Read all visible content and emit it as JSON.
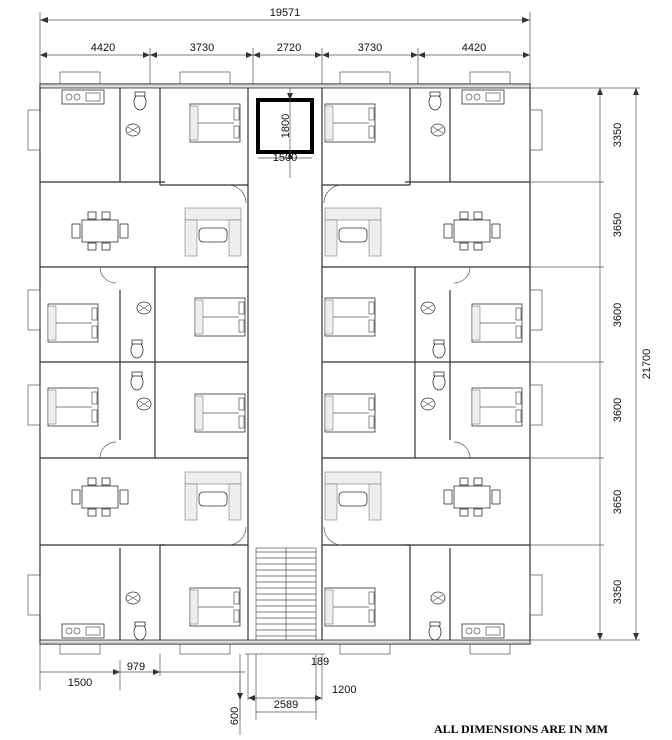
{
  "dimensions": {
    "overall_width": "19571",
    "top_widths": [
      "4420",
      "3730",
      "2720",
      "3730",
      "4420"
    ],
    "overall_height": "21700",
    "right_heights": [
      "3350",
      "3650",
      "3600",
      "3600",
      "3650",
      "3350"
    ],
    "lift_h": "1800",
    "lift_w": "1500",
    "bottom": {
      "d1500": "1500",
      "d979": "979",
      "d189": "189",
      "d1200": "1200",
      "d2589": "2589",
      "d600": "600"
    }
  },
  "note": "ALL DIMENSIONS ARE IN MM"
}
